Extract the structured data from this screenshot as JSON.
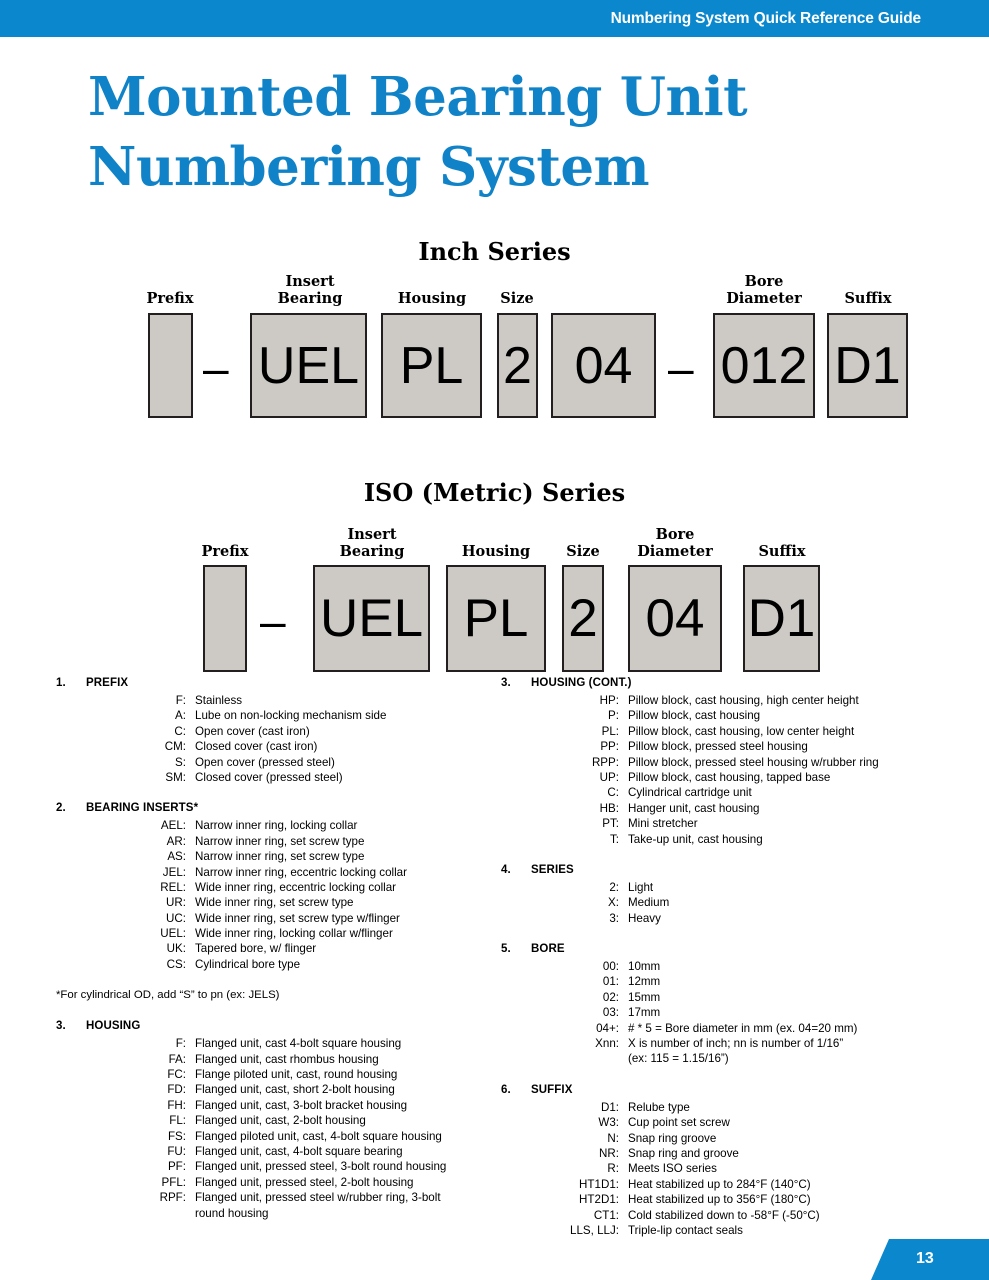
{
  "header": {
    "bar_text": "Numbering System Quick Reference Guide",
    "accent_color": "#0b87ce"
  },
  "title": {
    "line1": "Mounted Bearing Unit",
    "line2": "Numbering System",
    "color": "#1083c8"
  },
  "inch_series": {
    "heading": "Inch Series",
    "segments": [
      {
        "label": "Prefix",
        "value": ""
      },
      {
        "label_l1": "Insert",
        "label_l2": "Bearing",
        "value": "UEL"
      },
      {
        "label": "Housing",
        "value": "PL"
      },
      {
        "label": "Size",
        "value": "2"
      },
      {
        "label": "",
        "value": "04"
      },
      {
        "label_l1": "Bore",
        "label_l2": "Diameter",
        "value": "012"
      },
      {
        "label": "Suffix",
        "value": "D1"
      }
    ],
    "separator": "–"
  },
  "iso_series": {
    "heading": "ISO (Metric) Series",
    "segments": [
      {
        "label": "Prefix",
        "value": ""
      },
      {
        "label_l1": "Insert",
        "label_l2": "Bearing",
        "value": "UEL"
      },
      {
        "label": "Housing",
        "value": "PL"
      },
      {
        "label": "Size",
        "value": "2"
      },
      {
        "label_l1": "Bore",
        "label_l2": "Diameter",
        "value": "04"
      },
      {
        "label": "Suffix",
        "value": "D1"
      }
    ],
    "separator": "–"
  },
  "legend_left": {
    "sections": [
      {
        "num": "1.",
        "name": "PREFIX",
        "entries": [
          {
            "key": "F:",
            "desc": "Stainless"
          },
          {
            "key": "A:",
            "desc": "Lube on non-locking mechanism side"
          },
          {
            "key": "C:",
            "desc": "Open cover (cast iron)"
          },
          {
            "key": "CM:",
            "desc": "Closed cover (cast iron)"
          },
          {
            "key": "S:",
            "desc": "Open cover (pressed steel)"
          },
          {
            "key": "SM:",
            "desc": "Closed cover (pressed steel)"
          }
        ]
      },
      {
        "num": "2.",
        "name": "BEARING INSERTS*",
        "entries": [
          {
            "key": "AEL:",
            "desc": "Narrow inner ring, locking collar"
          },
          {
            "key": "AR:",
            "desc": "Narrow inner ring, set screw type"
          },
          {
            "key": "AS:",
            "desc": "Narrow inner ring, set screw type"
          },
          {
            "key": "JEL:",
            "desc": "Narrow inner ring, eccentric locking collar"
          },
          {
            "key": "REL:",
            "desc": "Wide inner ring, eccentric locking collar"
          },
          {
            "key": "UR:",
            "desc": "Wide inner ring, set screw type"
          },
          {
            "key": "UC:",
            "desc": "Wide inner ring, set screw type w/flinger"
          },
          {
            "key": "UEL:",
            "desc": "Wide inner ring, locking collar w/flinger"
          },
          {
            "key": "UK:",
            "desc": "Tapered bore,  w/ flinger"
          },
          {
            "key": "CS:",
            "desc": "Cylindrical bore type"
          }
        ],
        "footnote": "*For cylindrical OD, add “S” to pn (ex: JELS)"
      },
      {
        "num": "3.",
        "name": "HOUSING",
        "entries": [
          {
            "key": "F:",
            "desc": "Flanged unit, cast 4-bolt square housing"
          },
          {
            "key": "FA:",
            "desc": "Flanged unit, cast rhombus housing"
          },
          {
            "key": "FC:",
            "desc": "Flange piloted unit, cast, round housing"
          },
          {
            "key": "FD:",
            "desc": "Flanged unit, cast, short 2-bolt housing"
          },
          {
            "key": "FH:",
            "desc": "Flanged unit, cast, 3-bolt bracket housing"
          },
          {
            "key": "FL:",
            "desc": "Flanged unit, cast, 2-bolt housing"
          },
          {
            "key": "FS:",
            "desc": "Flanged piloted unit, cast, 4-bolt square housing"
          },
          {
            "key": "FU:",
            "desc": "Flanged unit, cast, 4-bolt square bearing"
          },
          {
            "key": "PF:",
            "desc": "Flanged unit, pressed steel, 3-bolt round housing"
          },
          {
            "key": "PFL:",
            "desc": "Flanged unit, pressed steel, 2-bolt housing"
          },
          {
            "key": "RPF:",
            "desc": "Flanged unit, pressed steel w/rubber ring, 3-bolt"
          },
          {
            "key": "",
            "desc": "round housing",
            "continuation": true
          }
        ]
      }
    ]
  },
  "legend_right": {
    "sections": [
      {
        "num": "3.",
        "name": "HOUSING (CONT.)",
        "entries": [
          {
            "key": "HP:",
            "desc": "Pillow block, cast housing, high center height"
          },
          {
            "key": "P:",
            "desc": "Pillow block, cast housing"
          },
          {
            "key": "PL:",
            "desc": "Pillow block, cast housing, low center height"
          },
          {
            "key": "PP:",
            "desc": "Pillow block, pressed steel housing"
          },
          {
            "key": "RPP:",
            "desc": "Pillow block, pressed steel housing w/rubber ring"
          },
          {
            "key": "UP:",
            "desc": "Pillow block, cast housing, tapped base"
          },
          {
            "key": "C:",
            "desc": "Cylindrical cartridge unit"
          },
          {
            "key": "HB:",
            "desc": "Hanger unit, cast housing"
          },
          {
            "key": "PT:",
            "desc": "Mini stretcher"
          },
          {
            "key": "T:",
            "desc": "Take-up unit, cast housing"
          }
        ]
      },
      {
        "num": "4.",
        "name": "SERIES",
        "entries": [
          {
            "key": "2:",
            "desc": "Light"
          },
          {
            "key": "X:",
            "desc": "Medium"
          },
          {
            "key": "3:",
            "desc": "Heavy"
          }
        ]
      },
      {
        "num": "5.",
        "name": "BORE",
        "entries": [
          {
            "key": "00:",
            "desc": "10mm"
          },
          {
            "key": "01:",
            "desc": "12mm"
          },
          {
            "key": "02:",
            "desc": "15mm"
          },
          {
            "key": "03:",
            "desc": "17mm"
          },
          {
            "key": "04+:",
            "desc": "# * 5 = Bore diameter in mm (ex. 04=20 mm)"
          },
          {
            "key": "Xnn:",
            "desc": "X is number of inch; nn is number of 1/16”"
          },
          {
            "key": "",
            "desc": "(ex: 115 = 1.15/16”)",
            "continuation": true
          }
        ]
      },
      {
        "num": "6.",
        "name": "SUFFIX",
        "entries": [
          {
            "key": "D1:",
            "desc": "Relube type"
          },
          {
            "key": "W3:",
            "desc": "Cup point set screw"
          },
          {
            "key": "N:",
            "desc": "Snap ring groove"
          },
          {
            "key": "NR:",
            "desc": "Snap ring and groove"
          },
          {
            "key": "R:",
            "desc": "Meets ISO series"
          },
          {
            "key": "HT1D1:",
            "desc": "Heat stabilized up to 284°F (140°C)"
          },
          {
            "key": "HT2D1:",
            "desc": "Heat stabilized up to 356°F (180°C)"
          },
          {
            "key": "CT1:",
            "desc": "Cold stabilized down to -58°F (-50°C)"
          },
          {
            "key": "LLS, LLJ:",
            "desc": "Triple-lip contact seals"
          }
        ]
      }
    ]
  },
  "footer": {
    "page_number": "13"
  }
}
